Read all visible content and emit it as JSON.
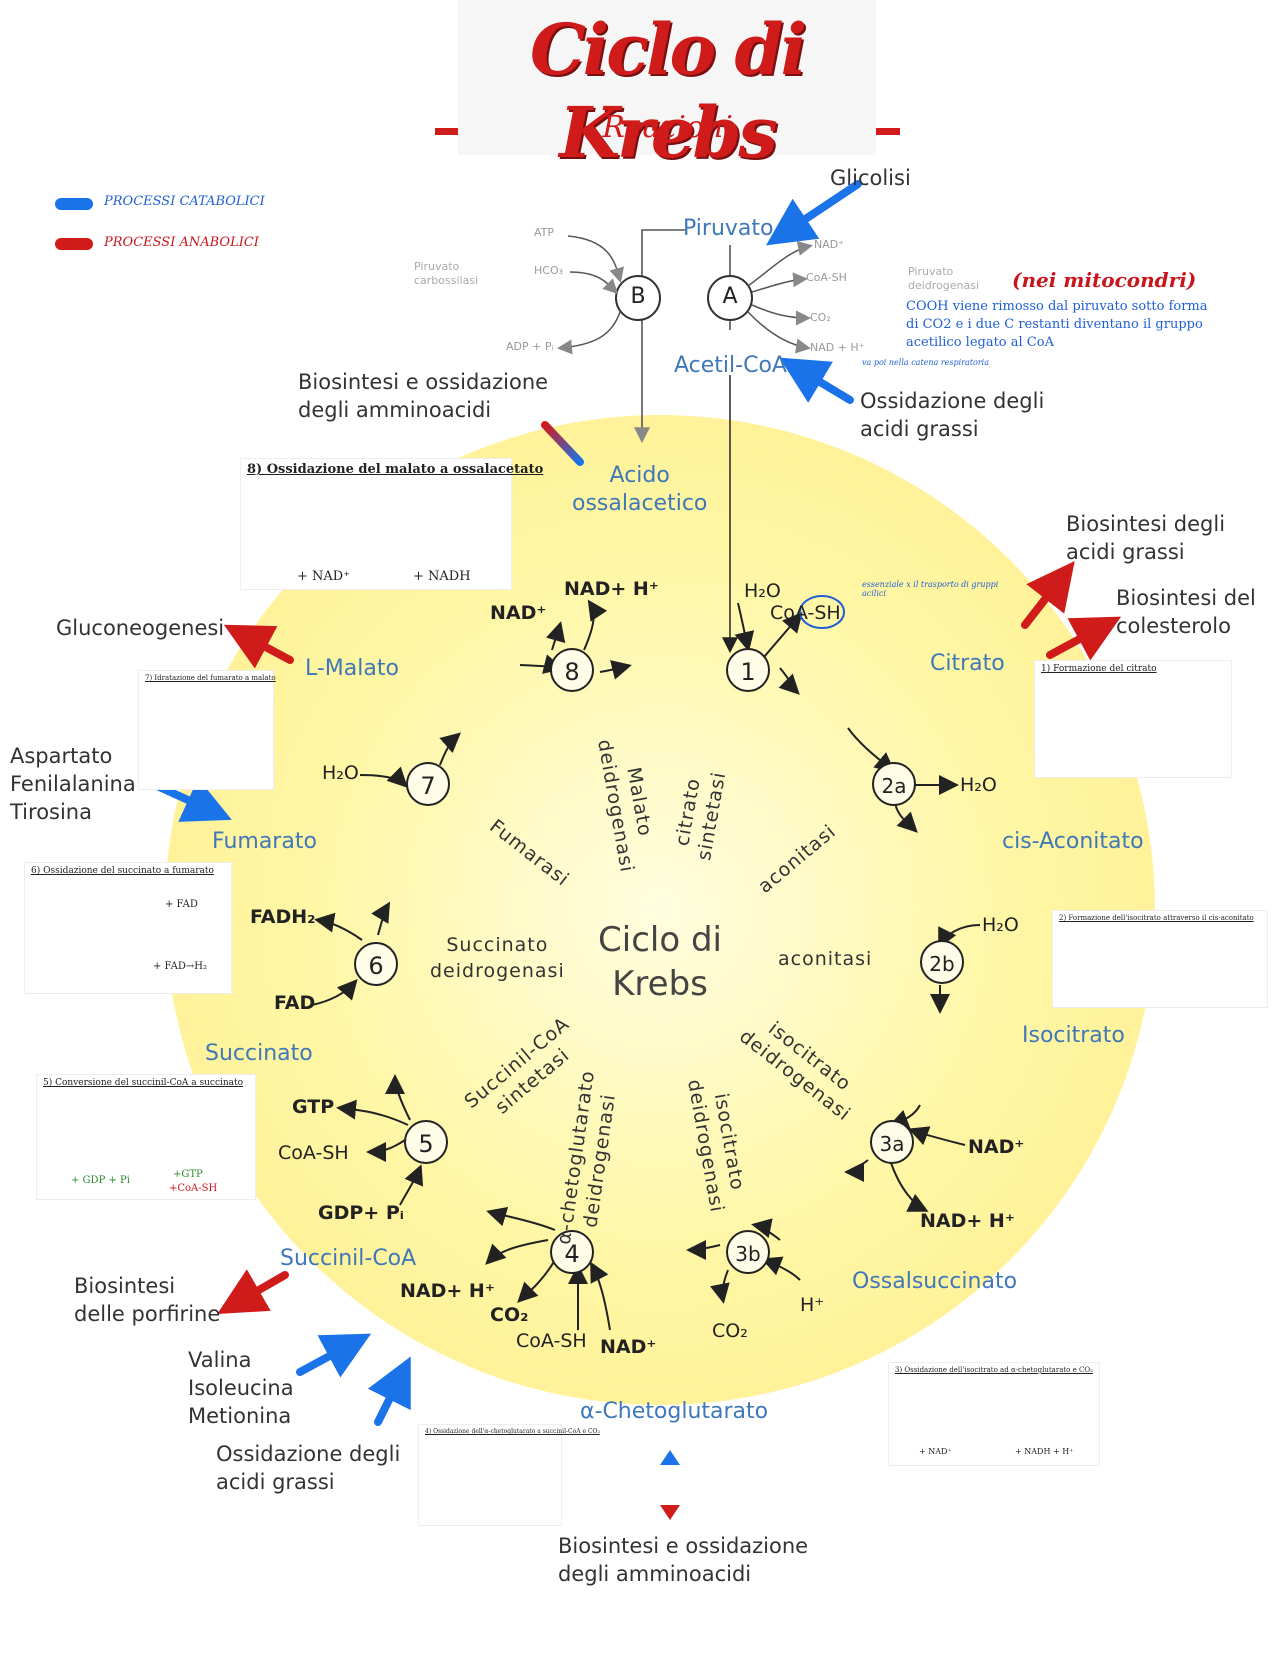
{
  "header": {
    "title": "Ciclo di Krebs",
    "subtitle": "Reazioni"
  },
  "legend": {
    "catabolic": "PROCESSI CATABOLICI",
    "anabolic": "PROCESSI ANABOLICI"
  },
  "colors": {
    "catabolic": "#1a73e8",
    "anabolic": "#d01b1b",
    "cycle_fill": "#fff9b0",
    "metabolite": "#3f78b8"
  },
  "top": {
    "glicolisi": "Glicolisi",
    "piruvato": "Piruvato",
    "acetilcoa": "Acetil-CoA",
    "node_a": "A",
    "node_b": "B",
    "atp": "ATP",
    "hco3": "HCO₃",
    "adp": "ADP + Pᵢ",
    "carbox": "Piruvato\ncarbossilasi",
    "nad": "NAD⁺",
    "coash": "CoA-SH",
    "co2": "CO₂",
    "nadh": "NAD + H⁺",
    "deidro": "Piruvato\ndeidrogenasi",
    "mito": "(nei mitocondri)",
    "note": "COOH viene rimosso dal piruvato sotto forma\ndi CO2 e i due C restanti diventano il gruppo\nacetilico legato al CoA",
    "note2": "va poi nella catena respiratoria",
    "ossidazione_grassi": "Ossidazione degli\nacidi grassi",
    "biosintesi_amminoacidi": "Biosintesi e ossidazione\ndegli amminoacidi"
  },
  "metabolites": {
    "ossalacetico": "Acido\nossalacetico",
    "citrato": "Citrato",
    "cisaconitato": "cis-Aconitato",
    "isocitrato": "Isocitrato",
    "ossalsuccinato": "Ossalsuccinato",
    "chetoglutarato": "α-Chetoglutarato",
    "succinilcoa": "Succinil-CoA",
    "succinato": "Succinato",
    "fumarato": "Fumarato",
    "malato": "L-Malato"
  },
  "pathways": {
    "grassi_bio": "Biosintesi degli\nacidi grassi",
    "colesterolo": "Biosintesi del\ncolesterolo",
    "gluconeo": "Gluconeogenesi",
    "aspartato": "Aspartato\nFenilalanina\nTirosina",
    "porfirine": "Biosintesi\ndelle porfirine",
    "valina": "Valina\nIsoleucina\nMetionina",
    "ossidazione_grassi2": "Ossidazione degli\nacidi grassi",
    "bio_ammino2": "Biosintesi e ossidazione\ndegli amminoacidi"
  },
  "center": {
    "title": "Ciclo di\nKrebs"
  },
  "steps": [
    "1",
    "2a",
    "2b",
    "3a",
    "3b",
    "4",
    "5",
    "6",
    "7",
    "8"
  ],
  "enzymes": {
    "citrato_sintetasi": "citrato\nsintetasi",
    "aconitasi1": "aconitasi",
    "aconitasi2": "aconitasi",
    "isocitrato_deid1": "isocitrato\ndeidrogenasi",
    "isocitrato_deid2": "isocitrato\ndeidrogenasi",
    "cheto_deid": "α-chetoglutarato\ndeidrogenasi",
    "succinil_sint": "Succinil-CoA\nsintetasi",
    "succinato_deid": "Succinato\ndeidrogenasi",
    "fumarasi": "Fumarasi",
    "malato_deid": "Malato\ndeidrogenasi"
  },
  "cofactors": {
    "h2o_1": "H₂O",
    "coash_1": "CoA-SH",
    "coash_note": "essenziale x il trasporto di gruppi acilici",
    "h2o_2a": "H₂O",
    "h2o_2b": "H₂O",
    "nad_3a": "NAD⁺",
    "nadh_3a": "NAD+ H⁺",
    "h_3b": "H⁺",
    "co2_3b": "CO₂",
    "nadh_4": "NAD+ H⁺",
    "co2_4": "CO₂",
    "coash_4": "CoA-SH",
    "nad_4": "NAD⁺",
    "gtp_5": "GTP",
    "coash_5": "CoA-SH",
    "gdp_5": "GDP+ Pᵢ",
    "fadh2_6": "FADH₂",
    "fad_6": "FAD",
    "h2o_7": "H₂O",
    "nad_8": "NAD⁺",
    "nadh_8": "NAD+ H⁺"
  },
  "boxes": {
    "b1": "1)  Formazione del citrato",
    "b2": "2)  Formazione dell'isocitrato attraverso il cis-aconitato",
    "b3": "3)  Ossidazione dell'isocitrato ad α-chetoglutarato e CO₂",
    "b4": "4)  Ossidazione dell'α-chetoglutarato a succinil-CoA e CO₂",
    "b5": "5)  Conversione del succinil-CoA a succinato",
    "b6": "6)  Ossidazione del succinato a fumarato",
    "b7": "7)  Idratazione del fumarato a malato",
    "b8": "8)  Ossidazione del malato a ossalacetato",
    "b8_nad": "+ NAD⁺",
    "b8_nadh": "+ NADH",
    "b5_gdp": "+ GDP + Pi",
    "b5_gtp": "+GTP",
    "b5_coash": "+CoA-SH",
    "b3_nad": "+ NAD⁺",
    "b3_nadh": "+ NADH + H⁺",
    "b6_fad": "+ FAD",
    "b6_fadh": "+ FAD→H₂"
  }
}
